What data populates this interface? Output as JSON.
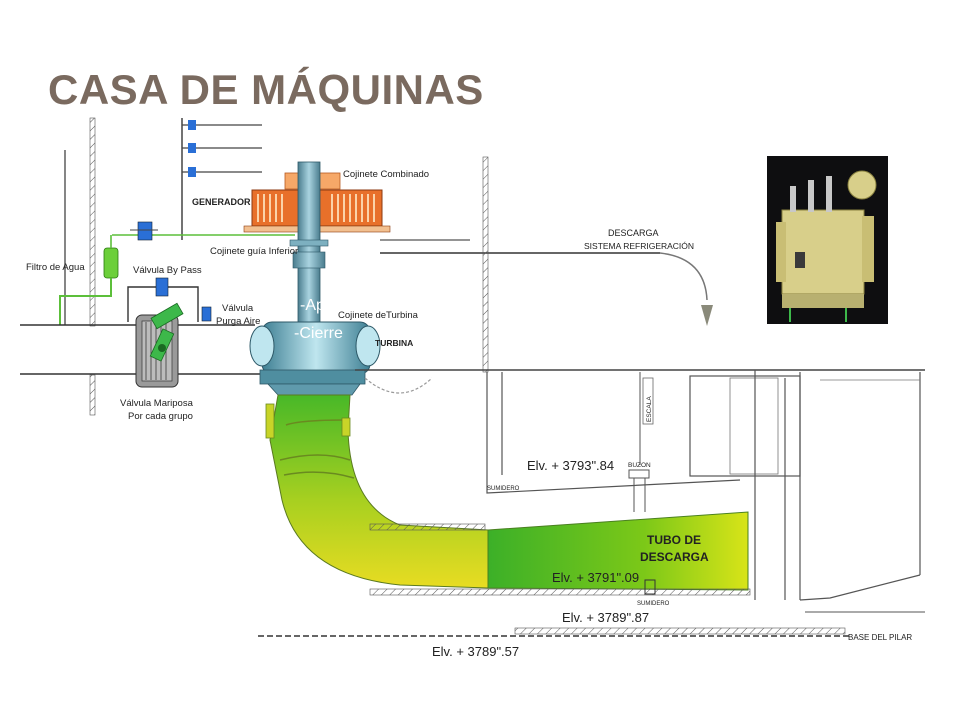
{
  "title": "CASA DE MÁQUINAS",
  "labels": {
    "cojinete_combinado": "Cojinete Combinado",
    "generador": "GENERADOR",
    "cojinete_guia_inferior": "Cojinete guía Inferior",
    "filtro_de_agua": "Filtro de Agua",
    "valvula_by_pass": "Válvula By Pass",
    "valvula_purga_aire_1": "Válvula",
    "valvula_purga_aire_2": "Purga Aire",
    "cojinete_turbina": "Cojinete deTurbina",
    "turbina": "TURBINA",
    "valvula_mariposa_1": "Válvula Mariposa",
    "valvula_mariposa_2": "Por cada grupo",
    "descarga_1": "DESCARGA",
    "descarga_2": "SISTEMA REFRIGERACIÓN",
    "escala": "ESCALA",
    "buzon": "BUZON",
    "sumidero_1": "SUMIDERO",
    "sumidero_2": "SUMIDERO",
    "tubo_descarga_1": "TUBO DE",
    "tubo_descarga_2": "DESCARGA",
    "base_pilar": "BASE DEL PILAR"
  },
  "elevations": {
    "e1": "Elv. + 3793\".84",
    "e2": "Elv. + 3791\".09",
    "e3": "Elv. + 3789\".87",
    "e4": "Elv. + 3789\".57"
  },
  "overlay_text": {
    "line1": "-Ap",
    "line2": "-Cierre"
  },
  "colors": {
    "title": "#7a6a5f",
    "pipe_green": "#3fb020",
    "pipe_yellow": "#e8e020",
    "valve_blue": "#2a6fd6",
    "generator_orange": "#e8702a",
    "turbine_cyan": "#7fd4e0"
  }
}
